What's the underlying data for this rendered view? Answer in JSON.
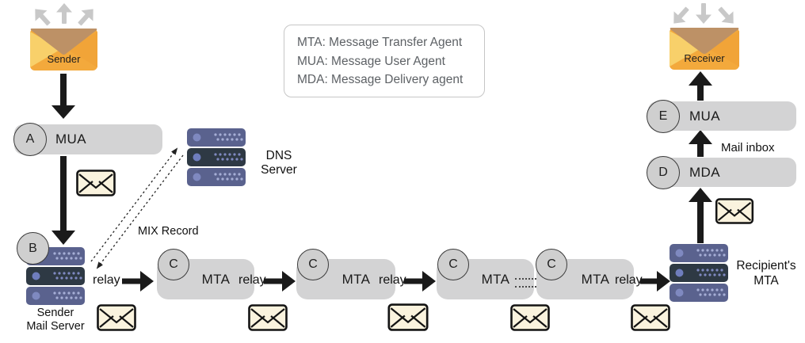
{
  "legend": {
    "line1": "MTA: Message Transfer Agent",
    "line2": "MUA: Message User Agent",
    "line3": "MDA: Message Delivery agent"
  },
  "sender": {
    "envelope_label": "Sender",
    "mua_badge": "A",
    "mua_label": "MUA",
    "server_badge": "B",
    "server_label": "Sender\nMail Server"
  },
  "dns": {
    "label": "DNS\nServer",
    "record_label": "MIX Record"
  },
  "chain": {
    "relays": [
      "relay",
      "relay",
      "relay",
      "relay"
    ],
    "mtas": [
      {
        "badge": "C",
        "label": "MTA"
      },
      {
        "badge": "C",
        "label": "MTA"
      },
      {
        "badge": "C",
        "label": "MTA"
      },
      {
        "badge": "C",
        "label": "MTA"
      }
    ]
  },
  "receiver": {
    "server_label": "Recipient's\nMTA",
    "mda_badge": "D",
    "mda_label": "MDA",
    "mua_badge": "E",
    "mua_label": "MUA",
    "inbox_label": "Mail inbox",
    "envelope_label": "Receiver"
  },
  "colors": {
    "pill_gray": "#d3d3d4",
    "server_light": "#5a628e",
    "server_dark": "#2e3944",
    "envelope_orange": "#f3a93c",
    "envelope_flap": "#bd9166",
    "message_cream": "#faf3de",
    "arrow_black": "#1a1a1a",
    "fan_gray": "#c8c8c8"
  }
}
